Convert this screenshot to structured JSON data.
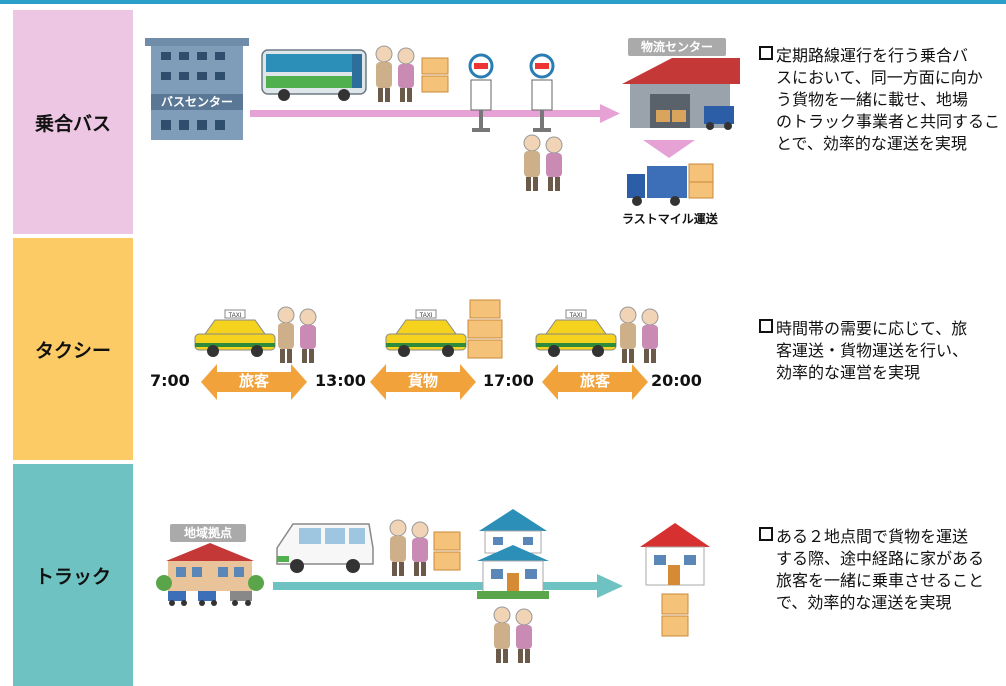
{
  "rows": {
    "bus": {
      "label": "乗合バス",
      "bus_center_sign": "バスセンター",
      "logistics_center_sign": "物流センター",
      "last_mile": "ラストマイル運送",
      "description": [
        "定期路線運行を行う乗合バ",
        "スにおいて、同一方面に向か",
        "う貨物を一緒に載せ、地場",
        "のトラック事業者と共同するこ",
        "とで、効率的な運送を実現"
      ]
    },
    "taxi": {
      "label": "タクシー",
      "times": [
        "7:00",
        "13:00",
        "17:00",
        "20:00"
      ],
      "segments": [
        "旅客",
        "貨物",
        "旅客"
      ],
      "taxi_sign": "TAXI",
      "description": [
        "時間帯の需要に応じて、旅",
        "客運送・貨物運送を行い、",
        "効率的な運営を実現"
      ]
    },
    "truck": {
      "label": "トラック",
      "hub_sign": "地域拠点",
      "description": [
        "ある２地点間で貨物を運送",
        "する際、途中経路に家がある",
        "旅客を一緒に乗車させること",
        "で、効率的な運送を実現"
      ]
    }
  },
  "colors": {
    "bus": "#ecc6e2",
    "taxi": "#fccb66",
    "truck": "#6fc2c2",
    "accent": "#2a9fc7",
    "orange_arrow": "#f2a23a"
  }
}
